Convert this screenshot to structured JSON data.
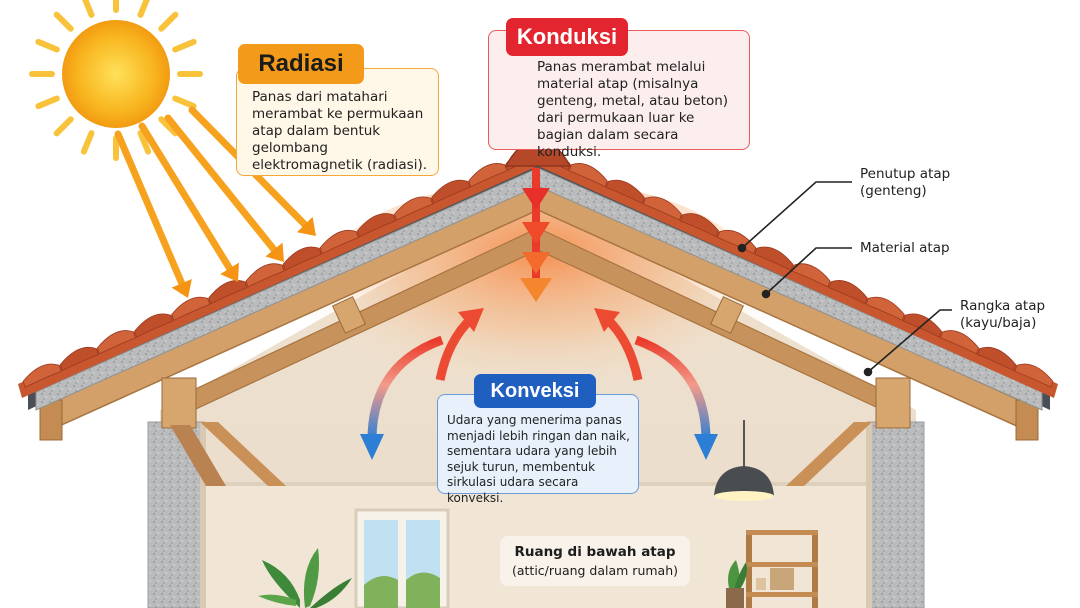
{
  "radiasi": {
    "title": "Radiasi",
    "body": "Panas dari matahari merambat ke permukaan atap dalam bentuk gelombang elektromagnetik (radiasi)."
  },
  "konduksi": {
    "title": "Konduksi",
    "body": "Panas merambat melalui material atap (misalnya genteng, metal, atau beton) dari permukaan luar ke bagian dalam secara konduksi."
  },
  "konveksi": {
    "title": "Konveksi",
    "body": "Udara yang menerima panas menjadi lebih ringan dan naik, sementara udara yang lebih sejuk turun, membentuk sirkulasi udara secara konveksi."
  },
  "labels": {
    "penutup_line1": "Penutup atap",
    "penutup_line2": "(genteng)",
    "material": "Material atap",
    "rangka_line1": "Rangka atap",
    "rangka_line2": "(kayu/baja)"
  },
  "room": {
    "title": "Ruang di bawah atap",
    "subtitle": "(attic/ruang dalam rumah)"
  },
  "colors": {
    "radiasi": "#f39a1a",
    "konduksi": "#e3252f",
    "konveksi": "#1f5fbf",
    "tile": "#c8562e",
    "sun": "#f6b91f"
  }
}
